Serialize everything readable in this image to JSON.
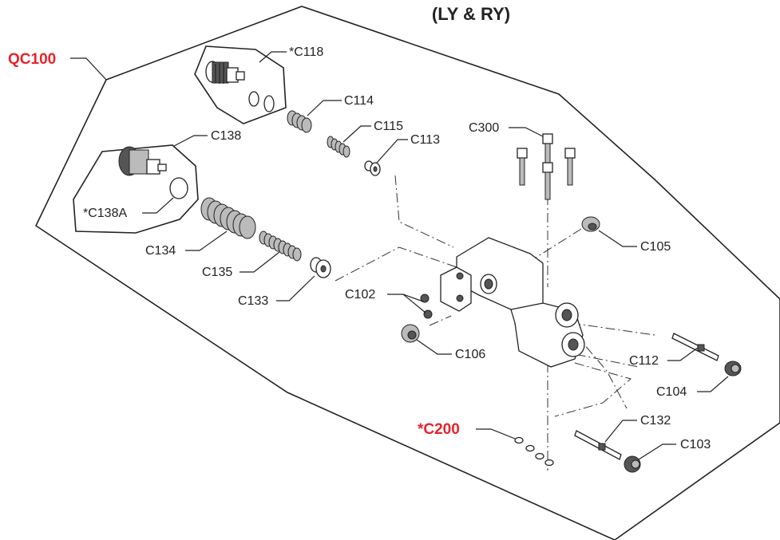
{
  "title": "(LY & RY)",
  "accent_color": "#e8232a",
  "labels": {
    "qc100": "QC100",
    "c118": "*C118",
    "c114": "C114",
    "c115": "C115",
    "c113": "C113",
    "c138": "C138",
    "c138a": "*C138A",
    "c134": "C134",
    "c135": "C135",
    "c133": "C133",
    "c300": "C300",
    "c105": "C105",
    "c102": "C102",
    "c106": "C106",
    "c112": "C112",
    "c104": "C104",
    "c200": "*C200",
    "c132": "C132",
    "c103": "C103"
  }
}
